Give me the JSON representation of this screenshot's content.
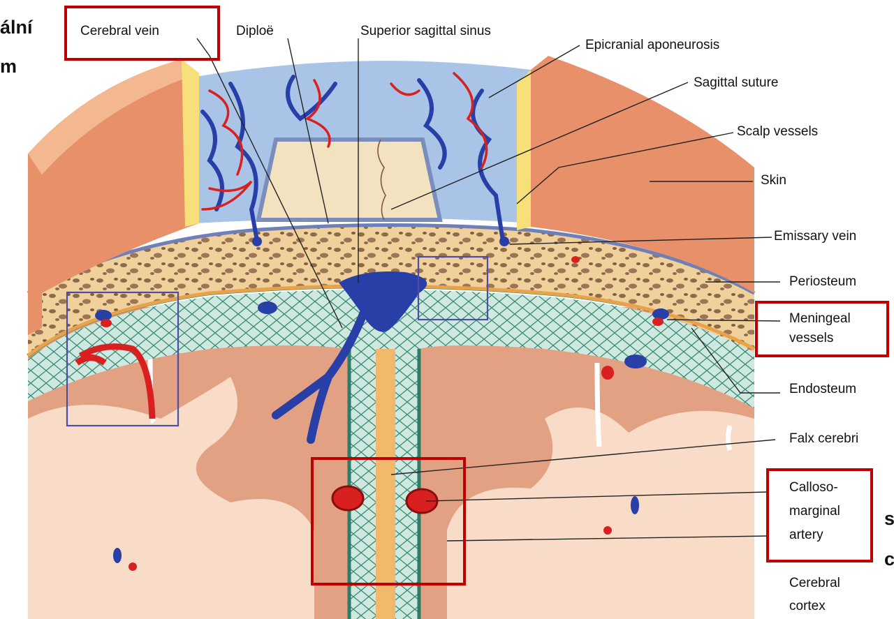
{
  "slide_text": {
    "top_left_line1": "ální",
    "top_left_line2": "m",
    "right_line1": "s",
    "right_line2": "c"
  },
  "labels": {
    "cerebral_vein": "Cerebral vein",
    "diploe": "Diploë",
    "superior_sagittal_sinus": "Superior sagittal sinus",
    "epicranial_aponeurosis": "Epicranial aponeurosis",
    "sagittal_suture": "Sagittal suture",
    "scalp_vessels": "Scalp vessels",
    "skin": "Skin",
    "emissary_vein": "Emissary vein",
    "periosteum": "Periosteum",
    "meningeal_vessels_1": "Meningeal",
    "meningeal_vessels_2": "vessels",
    "endosteum": "Endosteum",
    "falx_cerebri": "Falx cerebri",
    "callosomarginal_1": "Calloso-",
    "callosomarginal_2": "marginal",
    "callosomarginal_3": "artery",
    "cerebral_cortex_1": "Cerebral",
    "cerebral_cortex_2": "cortex"
  },
  "colors": {
    "skin": "#e8906a",
    "aponeurosis": "#a9c4e6",
    "bone": "#f2d7a4",
    "bone_spots": "#8d6a4a",
    "meninges": "#5aa38e",
    "arachnoid": "#cfe9e0",
    "cortex": "#e3a184",
    "white_matter": "#f8dcc8",
    "vein": "#283fa8",
    "artery": "#d92020",
    "highlight_box": "#c00000",
    "inset_box": "#4b4ea6"
  }
}
